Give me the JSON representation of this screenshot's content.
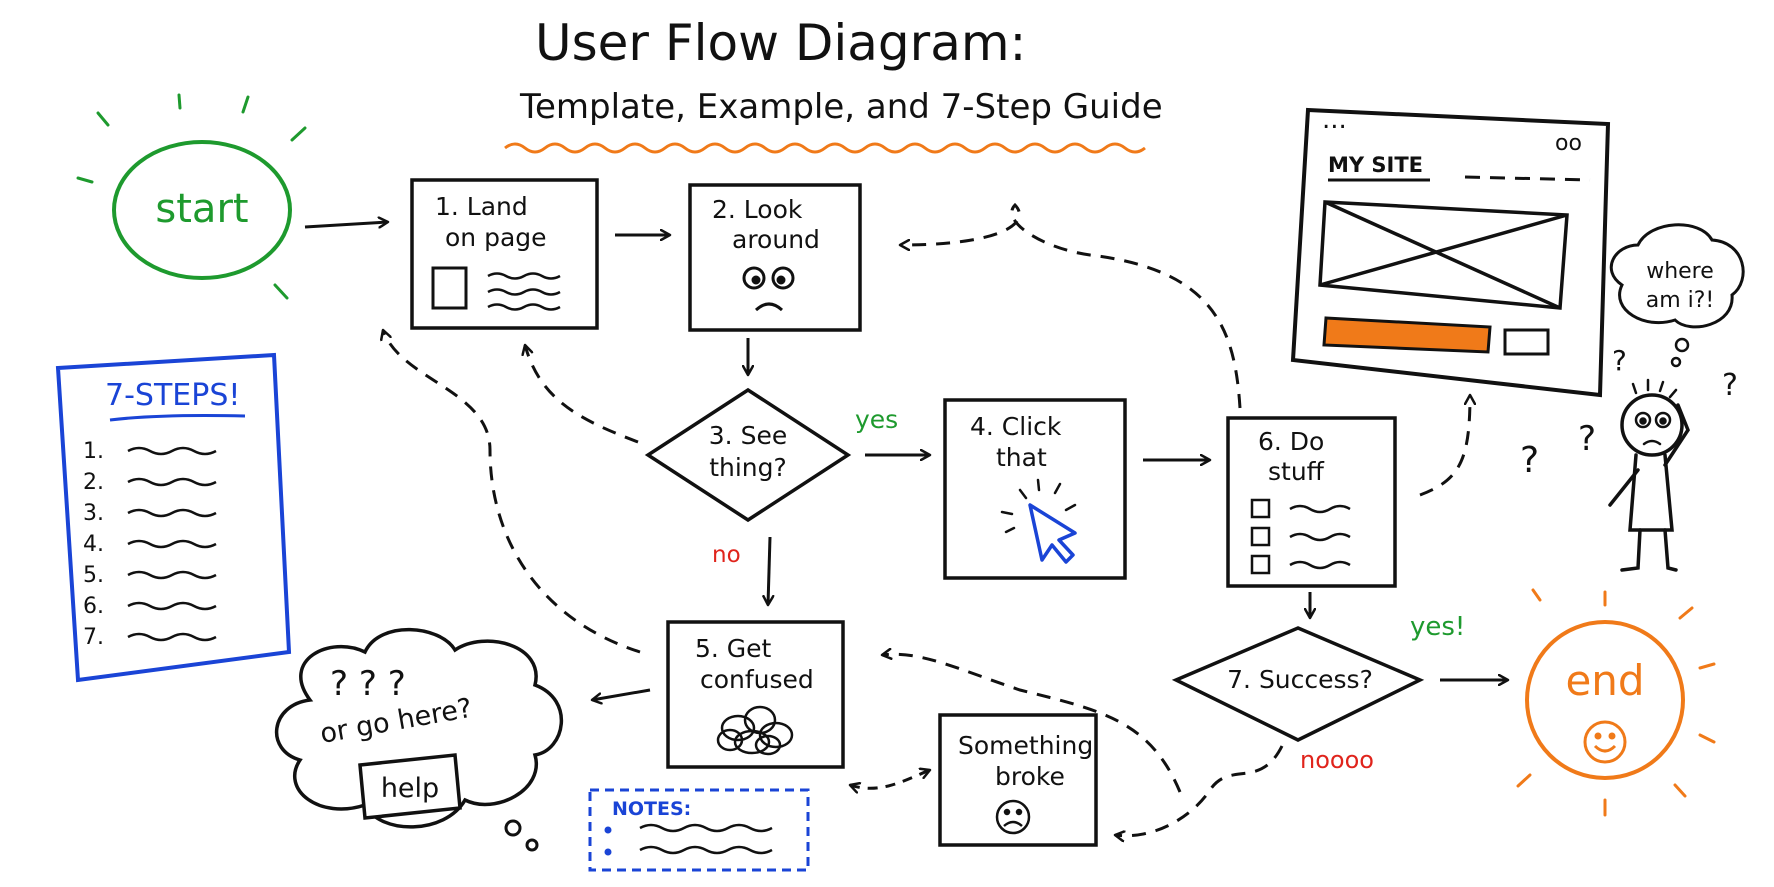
{
  "title": "User Flow Diagram:",
  "subtitle": "Template, Example, and 7-Step Guide",
  "nodes": {
    "start": "start",
    "end": "end",
    "step1_line1": "1. Land",
    "step1_line2": "on page",
    "step2_line1": "2. Look",
    "step2_line2": "around",
    "step3_line1": "3. See",
    "step3_line2": "thing?",
    "step4_line1": "4. Click",
    "step4_line2": "that",
    "step5_line1": "5. Get",
    "step5_line2": "confused",
    "step6_line1": "6. Do",
    "step6_line2": "stuff",
    "step7": "7. Success?",
    "broke_line1": "Something",
    "broke_line2": "broke"
  },
  "edge_labels": {
    "yes": "yes",
    "no": "no",
    "yes_end": "yes!",
    "noooo": "noooo"
  },
  "steps_list": {
    "title": "7-STEPS!",
    "numbers": [
      "1.",
      "2.",
      "3.",
      "4.",
      "5.",
      "6.",
      "7."
    ]
  },
  "cloud_help": {
    "question": "? ? ?",
    "text": "or go here?",
    "button": "help"
  },
  "thought": {
    "line1": "where",
    "line2": "am i?!"
  },
  "site": {
    "dots": "...",
    "dots_right": "oo",
    "name": "MY SITE"
  },
  "notes": {
    "title": "NOTES:"
  },
  "colors": {
    "ink": "#111111",
    "green": "#1e9a2e",
    "blue": "#1a44d6",
    "orange": "#f07a19",
    "red": "#e0241c"
  }
}
